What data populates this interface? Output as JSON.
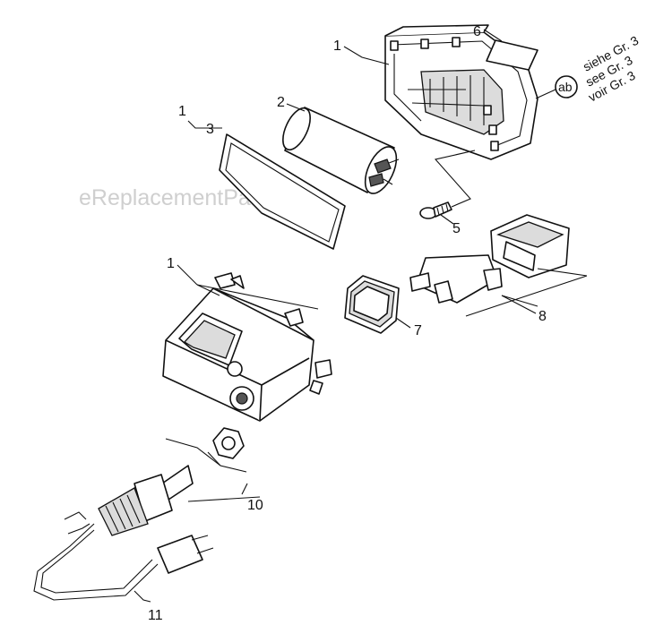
{
  "watermark": "eReplacementParts.com",
  "callouts": {
    "c1_top": "1",
    "c1_mid": "1",
    "c1_low": "1",
    "c2": "2",
    "c3": "3",
    "c5": "5",
    "c6": "6",
    "c7": "7",
    "c8": "8",
    "c10": "10",
    "c11": "11"
  },
  "reference": {
    "badge": "ab",
    "line1": "siehe Gr. 3",
    "line2": "see Gr. 3",
    "line3": "voir Gr. 3"
  }
}
